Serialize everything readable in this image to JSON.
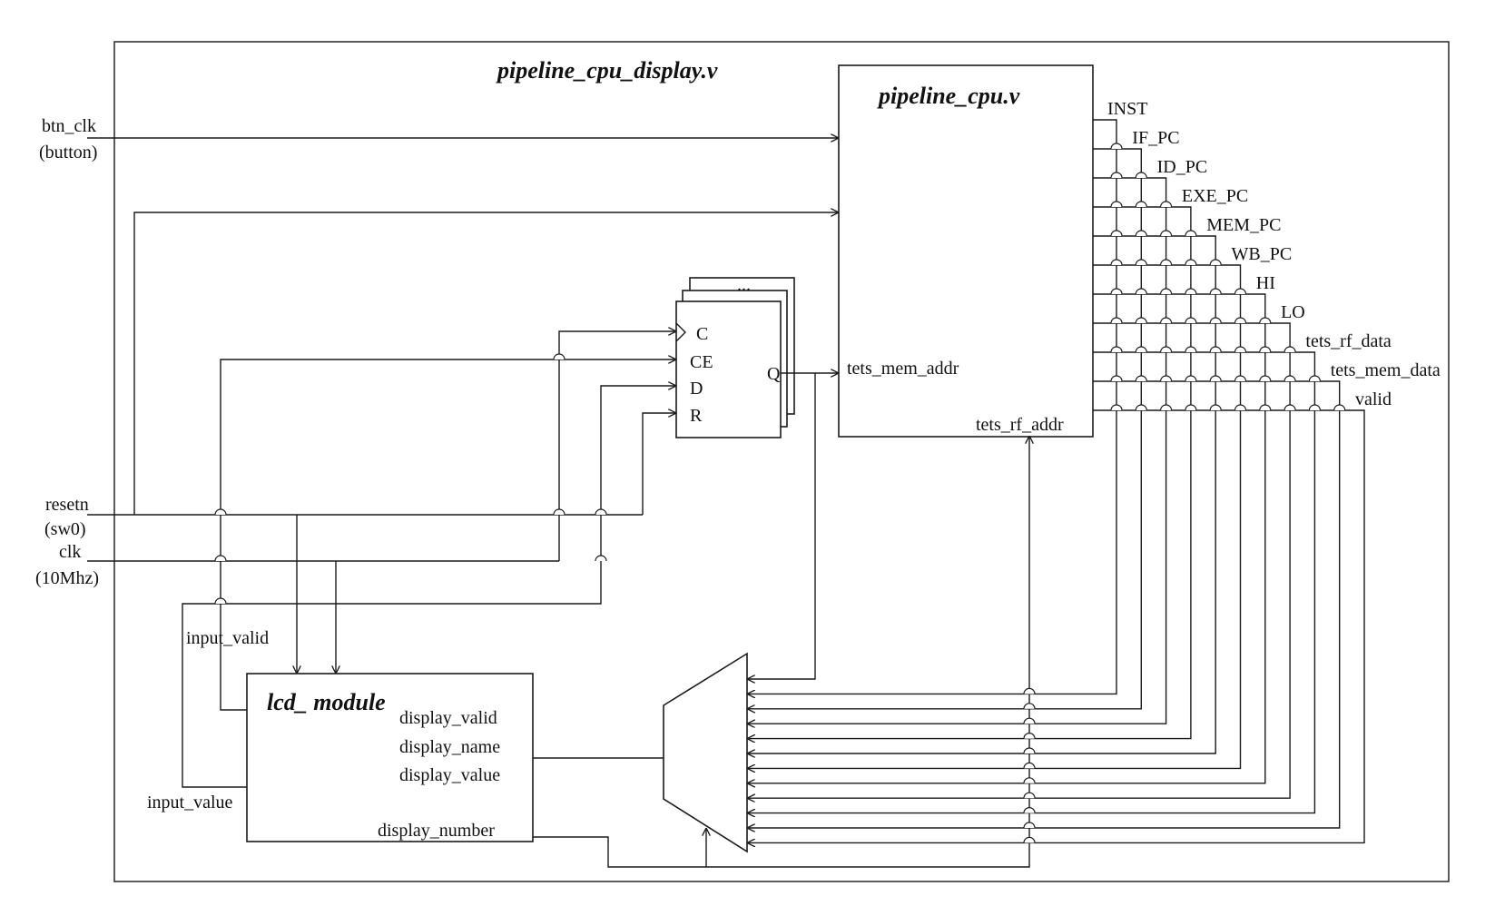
{
  "top": {
    "title": "pipeline_cpu_display.v"
  },
  "inputs": {
    "btn_clk": "btn_clk",
    "btn_clk_sub": "(button)",
    "resetn": "resetn",
    "resetn_sub": "(sw0)",
    "clk": "clk",
    "clk_sub": "(10Mhz)"
  },
  "cpu": {
    "title": "pipeline_cpu.v",
    "mem_addr": "tets_mem_addr",
    "rf_addr": "tets_rf_addr",
    "outputs": [
      "INST",
      "IF_PC",
      "ID_PC",
      "EXE_PC",
      "MEM_PC",
      "WB_PC",
      "HI",
      "LO",
      "tets_rf_data",
      "tets_mem_data",
      "valid"
    ]
  },
  "reg": {
    "c": "C",
    "ce": "CE",
    "d": "D",
    "r": "R",
    "q": "Q",
    "dots": "..."
  },
  "lcd": {
    "title": "lcd_ module",
    "input_valid": "input_valid",
    "input_value": "input_value",
    "display_valid": "display_valid",
    "display_name": "display_name",
    "display_value": "display_value",
    "display_number": "display_number"
  }
}
